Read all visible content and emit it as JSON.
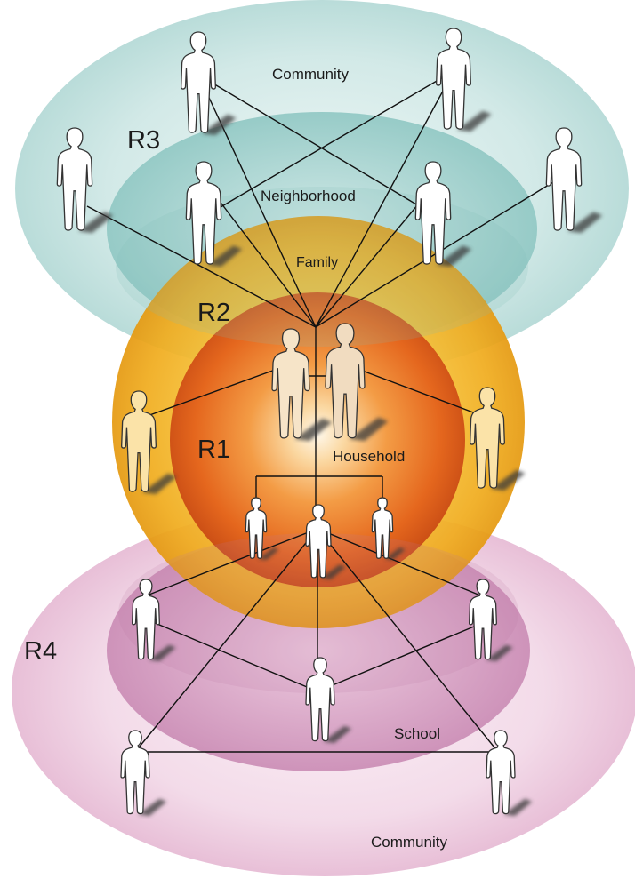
{
  "labels": {
    "r1": "R1",
    "r2": "R2",
    "r3": "R3",
    "r4": "R4",
    "community_top": "Community",
    "neighborhood": "Neighborhood",
    "family": "Family",
    "household": "Household",
    "school": "School",
    "community_bottom": "Community"
  },
  "colors": {
    "community_top": "#cfe7e5",
    "neighborhood": "#a9d4d1",
    "family": "#f0b428",
    "household": "#e2621c",
    "community_bottom": "#f2d6e6",
    "school": "#dba9cb",
    "line": "#111111"
  }
}
